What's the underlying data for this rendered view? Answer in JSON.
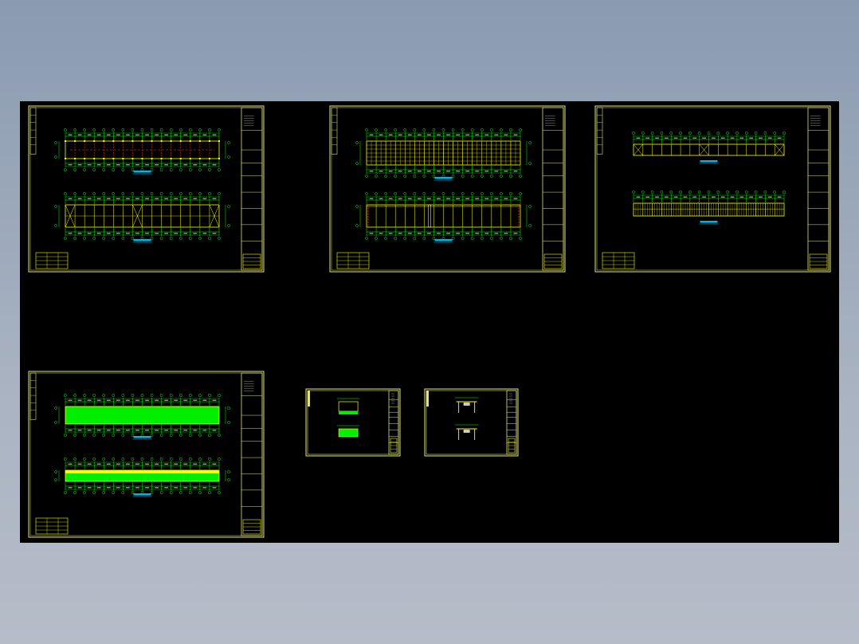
{
  "viewer": {
    "background": "#000000",
    "colors": {
      "frame": "#e3e37a",
      "grid": "#00ff00",
      "member": "#ffff00",
      "accent": "#ff3030",
      "fill": "#00ee00",
      "dim": "#ffffff"
    }
  },
  "sheets": [
    {
      "name": "sheet-1-foundation-plan",
      "kind": "plans",
      "top_variant": "red",
      "bottom_variant": "bracing"
    },
    {
      "name": "sheet-2-roof-plan",
      "kind": "plans",
      "top_variant": "dense",
      "bottom_variant": "red-ends"
    },
    {
      "name": "sheet-3-elevations",
      "kind": "elevations",
      "top_variant": "bracing",
      "bottom_variant": "panel"
    },
    {
      "name": "sheet-4-roof-cladding",
      "kind": "plans",
      "top_variant": "filled",
      "bottom_variant": "strip"
    },
    {
      "name": "sheet-5-detail-small",
      "kind": "detail",
      "top_variant": "frame",
      "bottom_variant": "section"
    },
    {
      "name": "sheet-6-detail-small",
      "kind": "detail",
      "top_variant": "portal",
      "bottom_variant": "portal"
    }
  ]
}
